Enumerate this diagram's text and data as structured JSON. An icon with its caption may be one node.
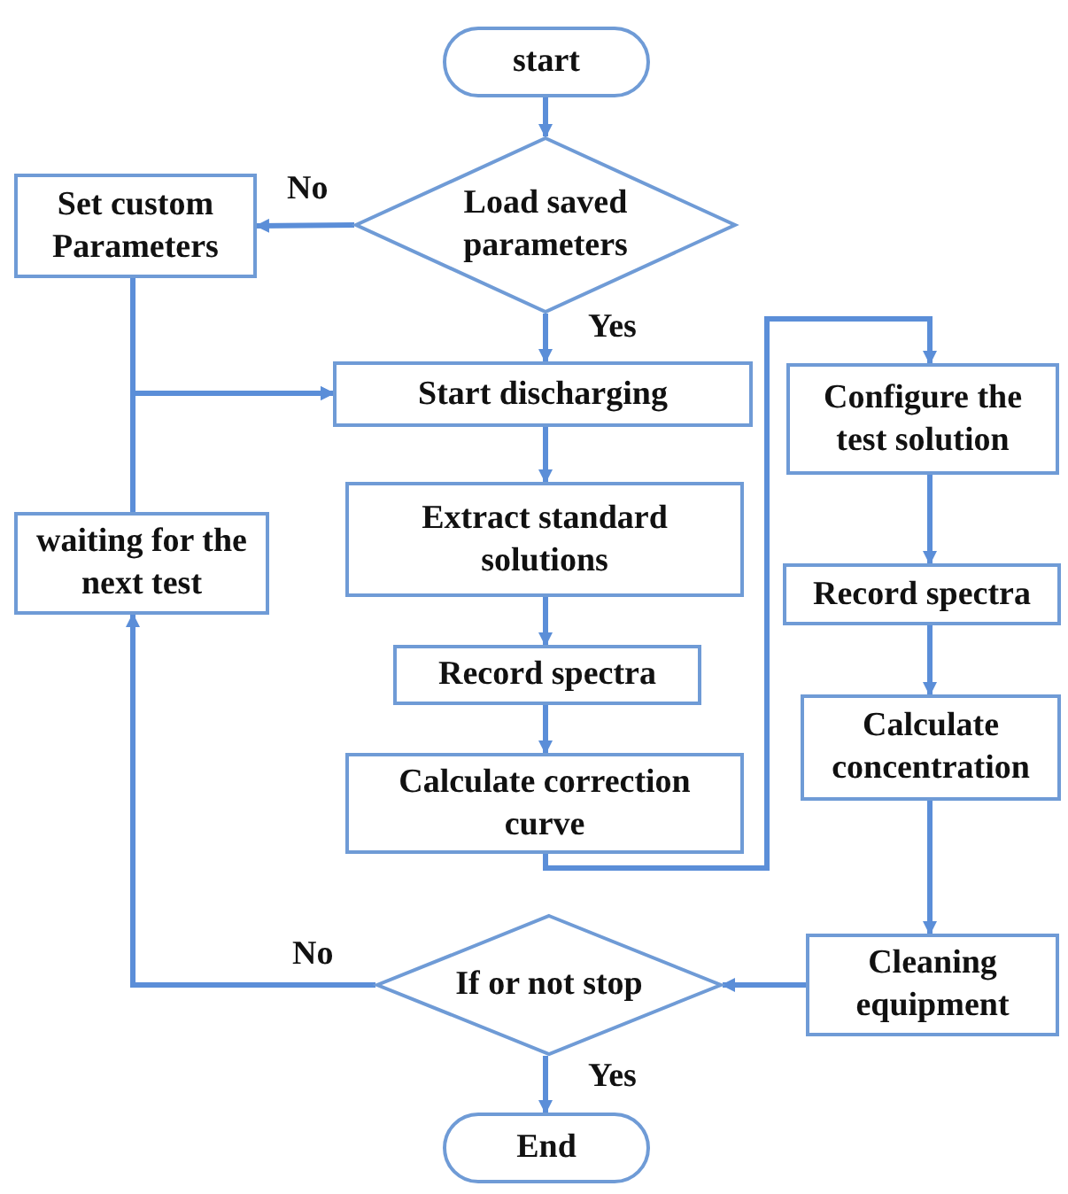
{
  "diagram": {
    "nodes": [
      {
        "text": [
          "start"
        ]
      },
      {
        "text": [
          "Load saved parameters"
        ]
      },
      {
        "text": [
          "Set custom Parameters"
        ]
      },
      {
        "text": [
          "Start discharging"
        ]
      },
      {
        "text": [
          "waiting for the next test"
        ]
      },
      {
        "text": [
          "Extract standard solutions"
        ]
      },
      {
        "text": [
          "Record spectra"
        ]
      },
      {
        "text": [
          "Calculate correction curve"
        ]
      },
      {
        "text": [
          "Configure the test solution"
        ]
      },
      {
        "text": [
          "Record spectra"
        ]
      },
      {
        "text": [
          "Calculate concentration"
        ]
      },
      {
        "text": [
          "Cleaning equipment"
        ]
      },
      {
        "text": [
          "If or not stop"
        ]
      },
      {
        "text": [
          "End"
        ]
      }
    ],
    "edges": [
      {
        "from": 0,
        "to": 1,
        "arrow": "to"
      },
      {
        "from": 1,
        "to": 2,
        "arrow": "to",
        "label": "No"
      },
      {
        "from": 1,
        "to": 3,
        "arrow": "to",
        "label": "Yes"
      },
      {
        "from": 2,
        "to": 3,
        "arrow": "to"
      },
      {
        "from": 4,
        "to": 3,
        "arrow": "to"
      },
      {
        "from": 3,
        "to": 5,
        "arrow": "to"
      },
      {
        "from": 5,
        "to": 6,
        "arrow": "to"
      },
      {
        "from": 6,
        "to": 7,
        "arrow": "to"
      },
      {
        "from": 7,
        "to": 8,
        "arrow": "to"
      },
      {
        "from": 8,
        "to": 9,
        "arrow": "to"
      },
      {
        "from": 9,
        "to": 10,
        "arrow": "to"
      },
      {
        "from": 10,
        "to": 11,
        "arrow": "to"
      },
      {
        "from": 11,
        "to": 12,
        "arrow": "to"
      },
      {
        "from": 12,
        "to": 4,
        "arrow": "to",
        "label": "No"
      },
      {
        "from": 12,
        "to": 13,
        "arrow": "to",
        "label": "Yes"
      }
    ]
  }
}
